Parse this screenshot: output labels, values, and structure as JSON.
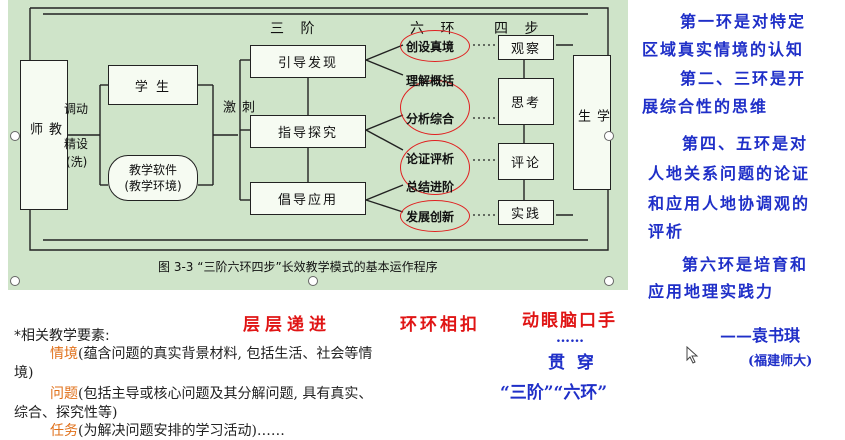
{
  "diagram": {
    "stage_headers": {
      "san_jie": "三 阶",
      "liu_huan": "六 环",
      "si_bu": "四 步"
    },
    "teacher": "教\n师",
    "student_right": "学\n生",
    "student_box": "学 生",
    "software_box": "教学软件\n(教学环境)",
    "drive_labels": {
      "tiaodong": "调动",
      "jingshe": "精设",
      "xian": "(洗)"
    },
    "stimulus": "刺\n激",
    "stages": [
      "引导发现",
      "指导探究",
      "倡导应用"
    ],
    "rings": [
      "创设真境",
      "理解概括",
      "分析综合",
      "论证评析",
      "总结进阶",
      "发展创新"
    ],
    "steps": [
      "观察",
      "思考",
      "评论",
      "实践"
    ],
    "caption": "图 3-3 “三阶六环四步”长效教学模式的基本运作程序"
  },
  "right_notes": [
    "第一环是对特定",
    "区域真实情境的认知",
    "第二、三环是开",
    "展综合性的思维",
    "第四、五环是对",
    "人地关系问题的论证",
    "和应用人地协调观的",
    "评析",
    "第六环是培育和",
    "应用地理实践力"
  ],
  "slogans": {
    "s1": "层层递进",
    "s2": "环环相扣",
    "s3": "动眼脑口手"
  },
  "guanchuan": {
    "title": "贯  穿",
    "dots": "……",
    "sub": "“三阶”“六环”"
  },
  "author": {
    "name": "——袁书琪",
    "org": "(福建师大)"
  },
  "elements": {
    "header": "*相关教学要素:",
    "items": [
      {
        "key": "情境",
        "text": "(蕴含问题的真实背景材料, 包括生活、社会等情",
        "cont": "境)"
      },
      {
        "key": "问题",
        "text": "(包括主导或核心问题及其分解问题, 具有真实、",
        "cont": "综合、探究性等)"
      },
      {
        "key": "任务",
        "text": "(为解决问题安排的学习活动)……",
        "cont": ""
      }
    ]
  }
}
